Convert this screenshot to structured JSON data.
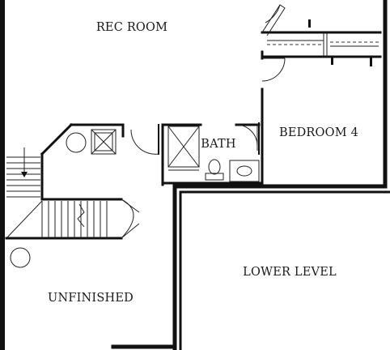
{
  "rooms": {
    "rec_room": "REC ROOM",
    "bath": "BATH",
    "bedroom_4": "BEDROOM 4",
    "lower_level": "LOWER LEVEL",
    "unfinished": "UNFINISHED"
  },
  "colors": {
    "walls": "#111111",
    "background": "#ffffff"
  }
}
